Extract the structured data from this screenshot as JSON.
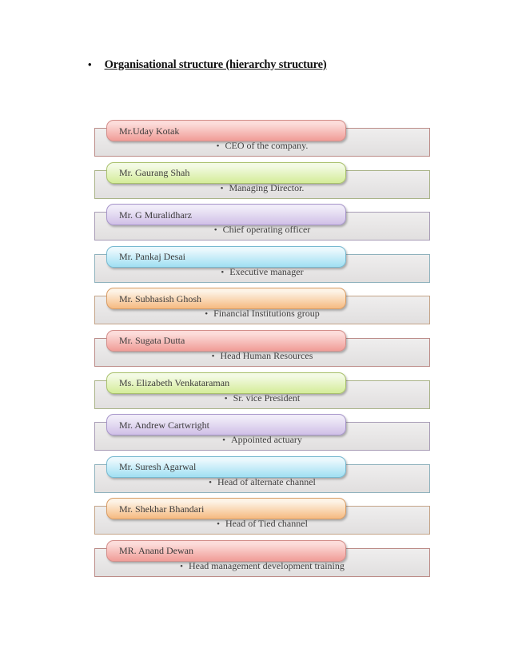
{
  "header": {
    "bullet": "•",
    "title": "Organisational structure (hierarchy structure)",
    "list_bullet": "•"
  },
  "items": [
    {
      "name": "Mr.Uday Kotak",
      "role": "CEO of the company.",
      "palette": "red"
    },
    {
      "name": "Mr. Gaurang Shah",
      "role": "Managing  Director.",
      "palette": "green"
    },
    {
      "name": "Mr. G Muralidharz",
      "role": "Chief operating officer",
      "palette": "purple"
    },
    {
      "name": "Mr. Pankaj Desai",
      "role": "Executive manager",
      "palette": "blue"
    },
    {
      "name": "Mr. Subhasish Ghosh",
      "role": "Financial Institutions group",
      "palette": "orange"
    },
    {
      "name": "Mr. Sugata Dutta",
      "role": "Head Human Resources",
      "palette": "red"
    },
    {
      "name": "Ms. Elizabeth Venkataraman",
      "role": "Sr. vice President",
      "palette": "green"
    },
    {
      "name": "Mr. Andrew Cartwright",
      "role": "Appointed actuary",
      "palette": "purple"
    },
    {
      "name": "Mr. Suresh Agarwal",
      "role": "Head of alternate channel",
      "palette": "blue"
    },
    {
      "name": "Mr. Shekhar Bhandari",
      "role": "Head of Tied channel",
      "palette": "orange"
    },
    {
      "name": "MR. Anand Dewan",
      "role": "Head management development training",
      "palette": "red"
    }
  ],
  "palettes": {
    "red": {
      "top": "#fcdcda",
      "bottom": "#f1a09b",
      "border": "#d38e8a",
      "gray_border": "#bc8c88"
    },
    "green": {
      "top": "#f3fae4",
      "bottom": "#d6ed9d",
      "border": "#a9c16d",
      "gray_border": "#aab388"
    },
    "purple": {
      "top": "#f0ecf8",
      "bottom": "#d2c2e8",
      "border": "#a795ca",
      "gray_border": "#a89cb6"
    },
    "blue": {
      "top": "#eaf8fd",
      "bottom": "#a4e1f3",
      "border": "#77b9d0",
      "gray_border": "#8fb2bd"
    },
    "orange": {
      "top": "#fdf3e6",
      "bottom": "#f6bd86",
      "border": "#d89c64",
      "gray_border": "#c4a488"
    }
  }
}
